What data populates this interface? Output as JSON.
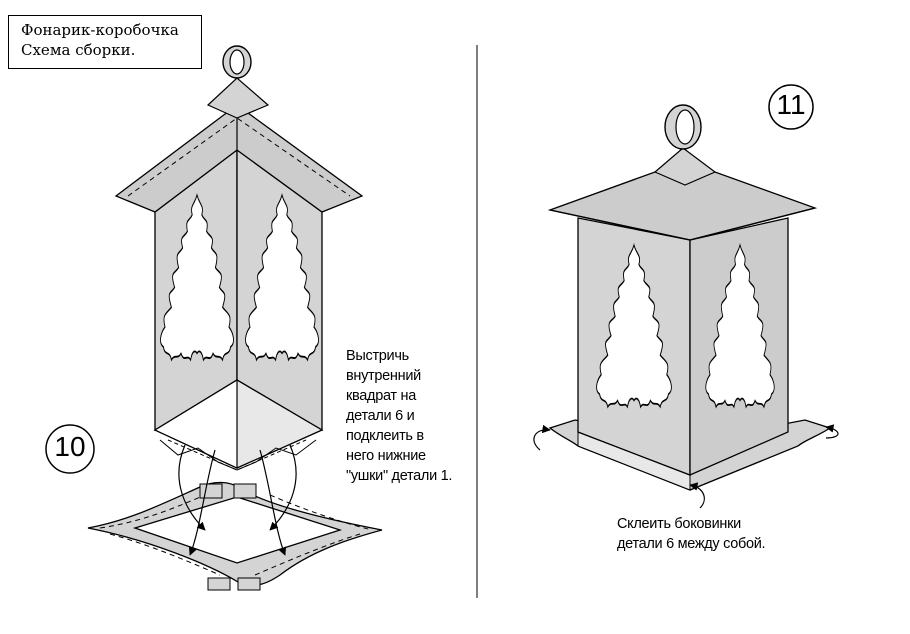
{
  "title": {
    "line1": "Фонарик-коробочка",
    "line2": "Схема сборки."
  },
  "step10": {
    "number": "10",
    "note_lines": [
      "Выстричь",
      "внутренний",
      "квадрат на",
      "детали 6 и",
      "подклеить в",
      "него нижние",
      "\"ушки\" детали 1."
    ]
  },
  "step11": {
    "number": "11",
    "note_lines": [
      "Склеить боковинки",
      "детали 6 между собой."
    ]
  },
  "colors": {
    "part_fill": "#d4d4d4",
    "roof_fill": "#cccccc",
    "light_fill": "#e8e8e8",
    "stroke": "#000000"
  }
}
